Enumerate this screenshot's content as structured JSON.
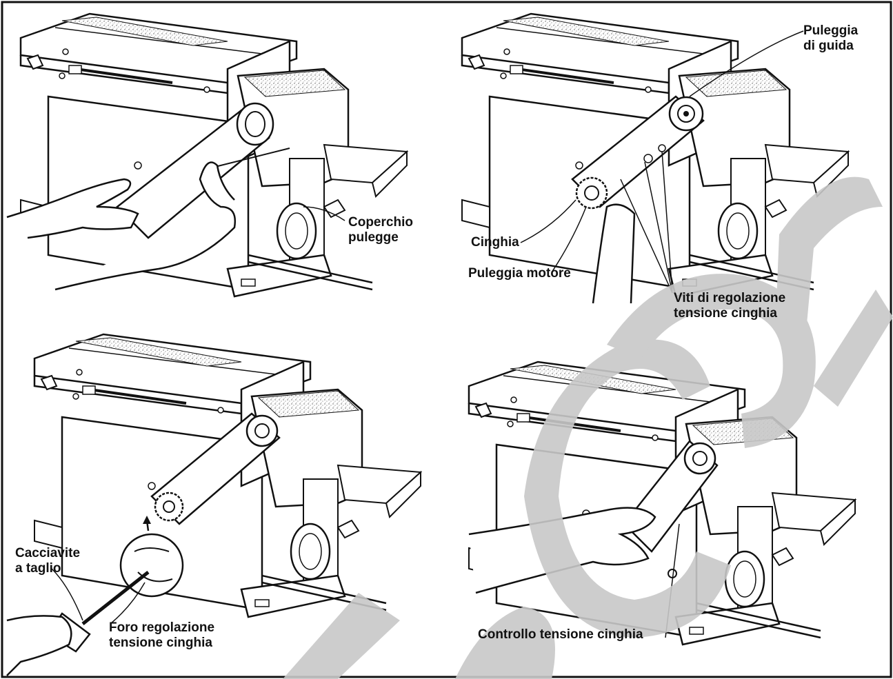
{
  "colors": {
    "ink": "#111111",
    "watermark": "#c8c8c8",
    "background": "#ffffff"
  },
  "panels": [
    {
      "id": "top-left",
      "labels": [
        {
          "lines": [
            "Coperchio",
            "pulegge"
          ]
        }
      ]
    },
    {
      "id": "top-right",
      "labels": [
        {
          "lines": [
            "Puleggia",
            "di guida"
          ]
        },
        {
          "lines": [
            "Cinghia"
          ]
        },
        {
          "lines": [
            "Puleggia motore"
          ]
        },
        {
          "lines": [
            "Viti di regolazione",
            "tensione cinghia"
          ]
        }
      ]
    },
    {
      "id": "bottom-left",
      "labels": [
        {
          "lines": [
            "Cacciavite",
            "a taglio"
          ]
        },
        {
          "lines": [
            "Foro regolazione",
            "tensione cinghia"
          ]
        }
      ]
    },
    {
      "id": "bottom-right",
      "labels": [
        {
          "lines": [
            "Controllo tensione cinghia"
          ]
        }
      ]
    }
  ]
}
